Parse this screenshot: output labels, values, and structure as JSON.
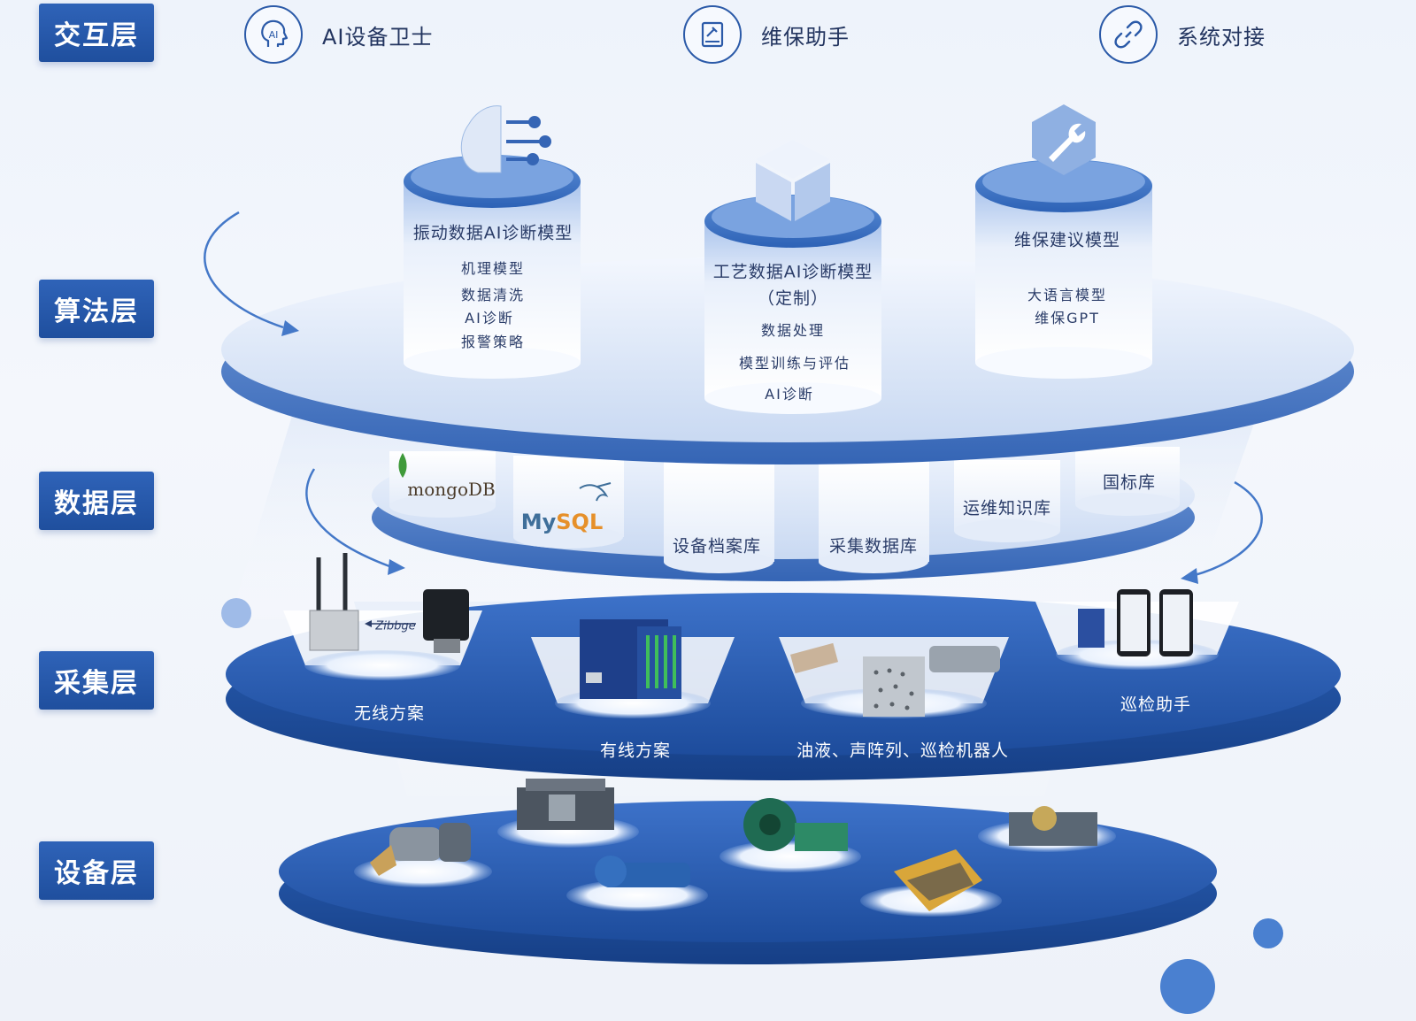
{
  "layers": {
    "interaction": "交互层",
    "algorithm": "算法层",
    "data": "数据层",
    "collection": "采集层",
    "equipment": "设备层"
  },
  "interaction_items": [
    {
      "label": "AI设备卫士",
      "icon": "ai-head-icon",
      "icon_text": "AI"
    },
    {
      "label": "维保助手",
      "icon": "maintenance-tablet-icon"
    },
    {
      "label": "系统对接",
      "icon": "link-icon"
    }
  ],
  "models": [
    {
      "title": "振动数据AI诊断模型",
      "items": [
        "机理模型",
        "数据清洗",
        "AI诊断",
        "报警策略"
      ]
    },
    {
      "title": "工艺数据AI诊断模型",
      "subtitle": "（定制）",
      "items": [
        "数据处理",
        "模型训练与评估",
        "AI诊断"
      ]
    },
    {
      "title": "维保建议模型",
      "items": [
        "大语言模型",
        "维保GPT"
      ]
    }
  ],
  "databases": {
    "mongodb": "mongoDB",
    "mysql_my": "My",
    "mysql_sql": "SQL",
    "archive": "设备档案库",
    "collection": "采集数据库",
    "knowledge": "运维知识库",
    "standard": "国标库"
  },
  "collection": {
    "wireless": "无线方案",
    "wired": "有线方案",
    "oil": "油液、声阵列、巡检机器人",
    "inspection": "巡检助手",
    "zibbge": "Zibbge"
  },
  "colors": {
    "label_bg": "#2f63b8",
    "platform_dark": "#1f4f9e",
    "platform_light": "#dbe6f7",
    "accent_dot": "#4a80d0"
  }
}
